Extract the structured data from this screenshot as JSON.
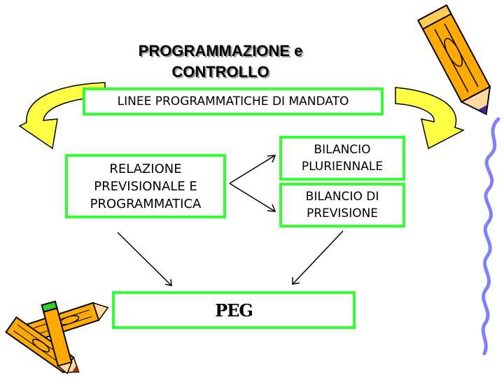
{
  "title": {
    "line1": "PROGRAMMAZIONE e",
    "line2": "CONTROLLO"
  },
  "boxes": {
    "linee": "LINEE PROGRAMMATICHE DI MANDATO",
    "relazione": {
      "line1": "RELAZIONE",
      "line2": "PREVISIONALE E",
      "line3": "PROGRAMMATICA"
    },
    "pluriennale": {
      "line1": "BILANCIO",
      "line2": "PLURIENNALE"
    },
    "previsione": {
      "line1": "BILANCIO DI",
      "line2": "PREVISIONE"
    },
    "peg": "PEG"
  },
  "colors": {
    "box_border": "#33ff33",
    "curved_arrow": "#ffff44",
    "pencil_body": "#ffaa00",
    "pencil_tip": "#aa3300",
    "squiggle": "#8080ff"
  },
  "icons": [
    "curved-arrow-left-icon",
    "curved-arrow-right-icon",
    "pencil-icon",
    "pencils-icon",
    "squiggle-line-icon"
  ]
}
